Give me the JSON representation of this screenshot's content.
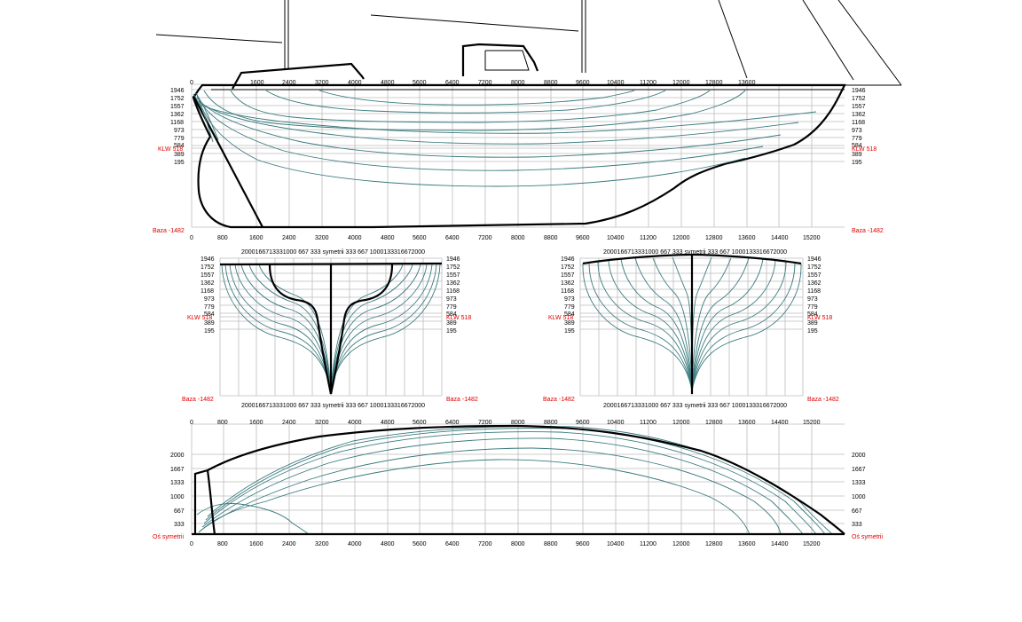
{
  "colors": {
    "grid": "#bdbdbd",
    "lines": "#3a7a7e",
    "hull": "#000000",
    "labels_red": "#e00000"
  },
  "profile_view": {
    "top_scale": [
      "0",
      "1600",
      "2400",
      "3200",
      "4000",
      "4800",
      "5600",
      "6400",
      "7200",
      "8000",
      "8800",
      "9600",
      "10400",
      "11200",
      "12000",
      "12800",
      "13600"
    ],
    "bottom_scale": [
      "0",
      "800",
      "1600",
      "2400",
      "3200",
      "4000",
      "4800",
      "5600",
      "6400",
      "7200",
      "8000",
      "8800",
      "9600",
      "10400",
      "11200",
      "12000",
      "12800",
      "13600",
      "14400",
      "15200"
    ],
    "waterline_labels": [
      "1946",
      "1752",
      "1557",
      "1362",
      "1168",
      "973",
      "779",
      "584",
      "389",
      "195"
    ],
    "klw_label": "KLW 518",
    "base_label": "Baza -1482"
  },
  "body_plan": {
    "top_scale": "2000166713331000 667  333 symetrii  333  667 1000133316672000",
    "bottom_scale": "2000166713331000 667  333 symetrii  333  667 1000133316672000",
    "waterline_labels": [
      "1946",
      "1752",
      "1557",
      "1362",
      "1168",
      "973",
      "779",
      "584",
      "389",
      "195"
    ],
    "klw_label": "KLW 518",
    "base_label": "Baza -1482"
  },
  "half_breadth_view": {
    "top_scale": [
      "0",
      "800",
      "1600",
      "2400",
      "3200",
      "4000",
      "4800",
      "5600",
      "6400",
      "7200",
      "8000",
      "8800",
      "9600",
      "10400",
      "11200",
      "12000",
      "12800",
      "13600",
      "14400",
      "15200"
    ],
    "bottom_scale": [
      "0",
      "800",
      "1600",
      "2400",
      "3200",
      "4000",
      "4800",
      "5600",
      "6400",
      "7200",
      "8000",
      "8800",
      "9600",
      "10400",
      "11200",
      "12000",
      "12800",
      "13600",
      "14400",
      "15200"
    ],
    "buttock_labels": [
      "2000",
      "1667",
      "1333",
      "1000",
      "667",
      "333"
    ],
    "axis_label": "Oś symetrii"
  }
}
